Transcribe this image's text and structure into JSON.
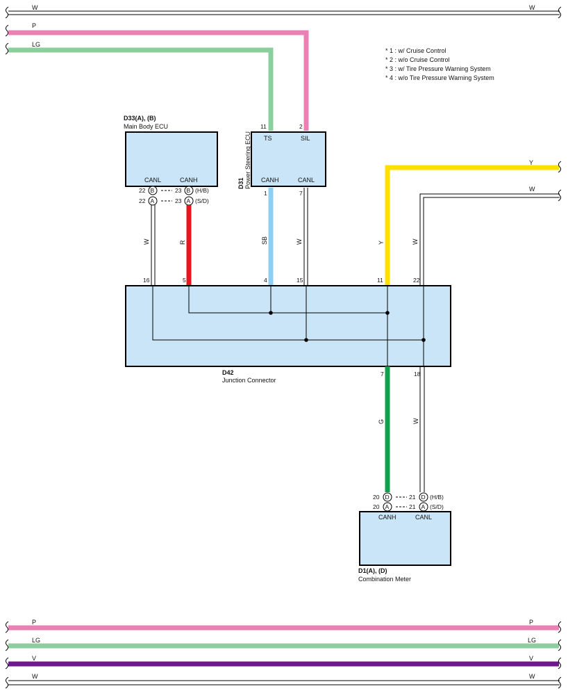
{
  "colors": {
    "W": "#ffffff",
    "P": "#ea80b4",
    "LG": "#8ccf9e",
    "Y": "#ffe000",
    "R": "#e8141e",
    "SB": "#8fd0f2",
    "G": "#12a04e",
    "V": "#6e1a8c",
    "box": "#c9e5f7"
  },
  "notes": [
    "* 1 : w/ Cruise Control",
    "* 2 : w/o Cruise Control",
    "* 3 : w/ Tire Pressure Warning System",
    "* 4 : w/o Tire Pressure Warning System"
  ],
  "top_wires": {
    "w_left": "W",
    "w_right": "W",
    "p": "P",
    "lg": "LG"
  },
  "bottom_wires": {
    "p_left": "P",
    "p_right": "P",
    "lg_left": "LG",
    "lg_right": "LG",
    "v_left": "V",
    "v_right": "V",
    "w_left": "W",
    "w_right": "W"
  },
  "main_body_ecu": {
    "code": "D33(A), (B)",
    "name": "Main Body ECU",
    "canl": "CANL",
    "canh": "CANH",
    "pin_canl": "22",
    "pin_canh": "23",
    "conn_b": "B",
    "conn_a": "A",
    "hb": "(H/B)",
    "sd": "(S/D)",
    "wire_canl": "W",
    "wire_canh": "R"
  },
  "power_steering_ecu": {
    "code": "D31",
    "name": "Power Steering ECU",
    "ts": "TS",
    "sil": "SIL",
    "canh": "CANH",
    "canl": "CANL",
    "pin_ts": "11",
    "pin_sil": "2",
    "pin_canh": "1",
    "pin_canl": "7",
    "wire_canh": "SB",
    "wire_canl": "W"
  },
  "right_wires": {
    "y": "Y",
    "w": "W",
    "y_vert": "Y",
    "w_vert": "W"
  },
  "junction_connector": {
    "code": "D42",
    "name": "Junction Connector",
    "pins_top": [
      "16",
      "5",
      "4",
      "15",
      "11",
      "22"
    ],
    "pins_bottom": [
      "7",
      "18"
    ],
    "wire_7": "G",
    "wire_18": "W"
  },
  "combination_meter": {
    "code": "D1(A), (D)",
    "name": "Combination Meter",
    "canh": "CANH",
    "canl": "CANL",
    "pin_canh": "20",
    "pin_canl": "21",
    "conn_d": "D",
    "conn_a": "A",
    "hb": "(H/B)",
    "sd": "(S/D)"
  }
}
